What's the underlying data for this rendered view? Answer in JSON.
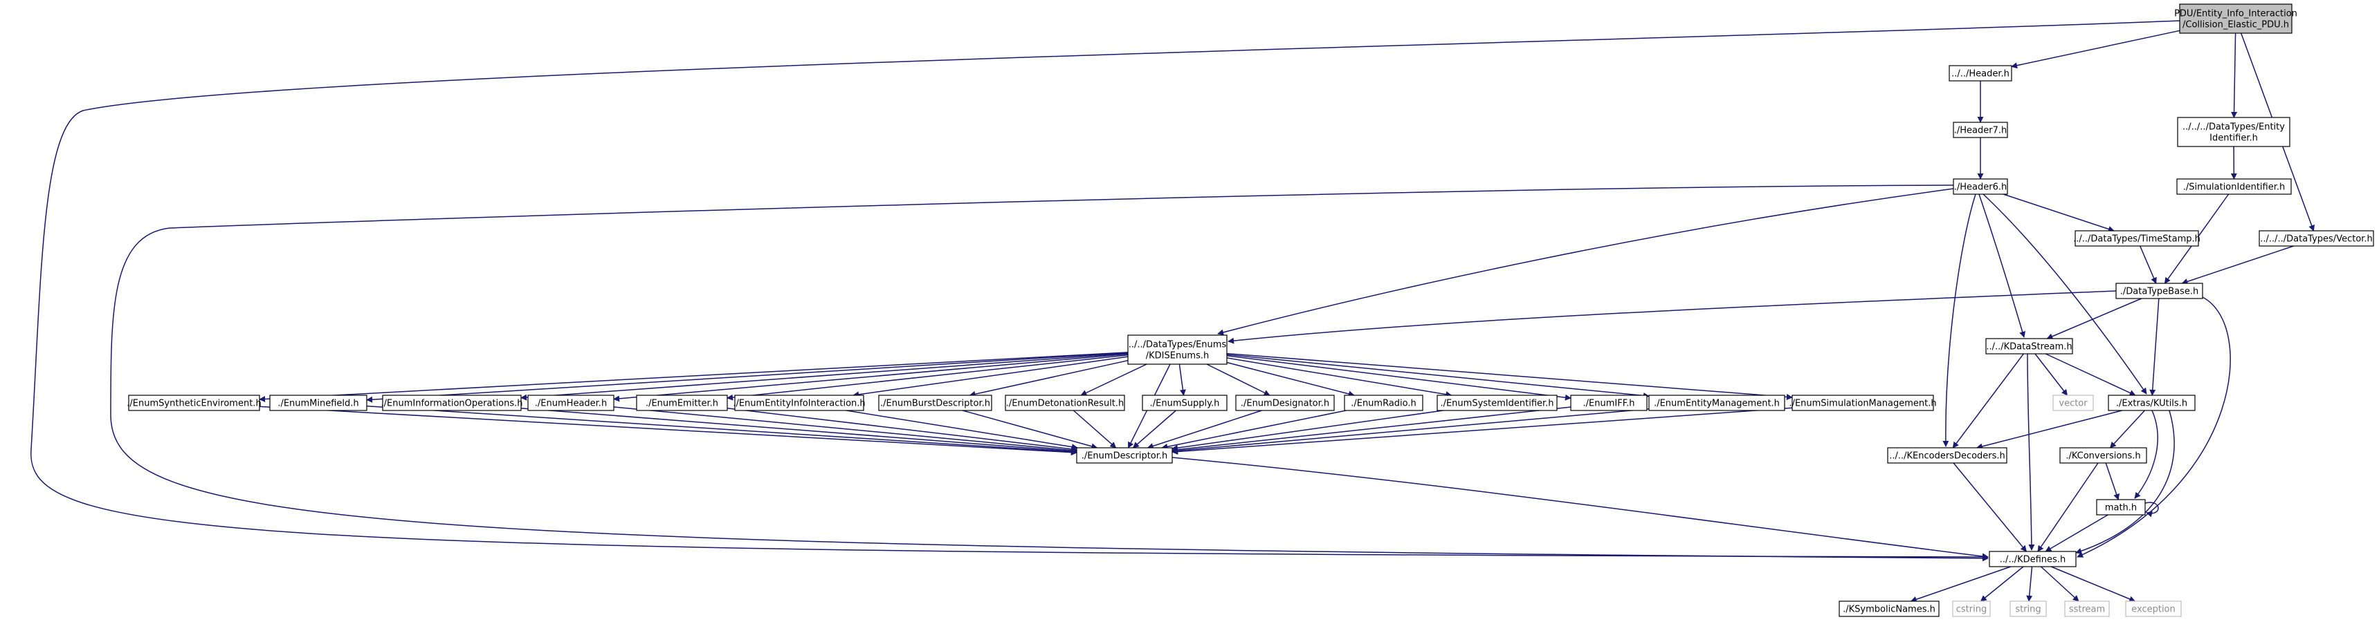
{
  "graph": {
    "root": "n_root",
    "nodes": [
      {
        "id": "n_root",
        "lines": [
          "PDU/Entity_Info_Interaction",
          "/Collision_Elastic_PDU.h"
        ],
        "kind": "root"
      },
      {
        "id": "n_header",
        "lines": [
          "../../Header.h"
        ],
        "kind": "normal"
      },
      {
        "id": "n_entityid",
        "lines": [
          "../../../DataTypes/Entity",
          "Identifier.h"
        ],
        "kind": "normal"
      },
      {
        "id": "n_vector",
        "lines": [
          "../../../DataTypes/Vector.h"
        ],
        "kind": "normal"
      },
      {
        "id": "n_header7",
        "lines": [
          "./Header7.h"
        ],
        "kind": "normal"
      },
      {
        "id": "n_simid",
        "lines": [
          "./SimulationIdentifier.h"
        ],
        "kind": "normal"
      },
      {
        "id": "n_header6",
        "lines": [
          "./Header6.h"
        ],
        "kind": "normal"
      },
      {
        "id": "n_timestamp",
        "lines": [
          "../../DataTypes/TimeStamp.h"
        ],
        "kind": "normal"
      },
      {
        "id": "n_dtbase",
        "lines": [
          "./DataTypeBase.h"
        ],
        "kind": "normal"
      },
      {
        "id": "n_kdisenums",
        "lines": [
          "../../DataTypes/Enums",
          "/KDISEnums.h"
        ],
        "kind": "normal"
      },
      {
        "id": "n_kdatastream",
        "lines": [
          "../../KDataStream.h"
        ],
        "kind": "normal"
      },
      {
        "id": "n_enum_synth",
        "lines": [
          "./EnumSyntheticEnviroment.h"
        ],
        "kind": "normal"
      },
      {
        "id": "n_enum_mine",
        "lines": [
          "./EnumMinefield.h"
        ],
        "kind": "normal"
      },
      {
        "id": "n_enum_info",
        "lines": [
          "./EnumInformationOperations.h"
        ],
        "kind": "normal"
      },
      {
        "id": "n_enum_header",
        "lines": [
          "./EnumHeader.h"
        ],
        "kind": "normal"
      },
      {
        "id": "n_enum_emitter",
        "lines": [
          "./EnumEmitter.h"
        ],
        "kind": "normal"
      },
      {
        "id": "n_enum_eii",
        "lines": [
          "./EnumEntityInfoInteraction.h"
        ],
        "kind": "normal"
      },
      {
        "id": "n_enum_burst",
        "lines": [
          "./EnumBurstDescriptor.h"
        ],
        "kind": "normal"
      },
      {
        "id": "n_enum_deto",
        "lines": [
          "./EnumDetonationResult.h"
        ],
        "kind": "normal"
      },
      {
        "id": "n_enum_supply",
        "lines": [
          "./EnumSupply.h"
        ],
        "kind": "normal"
      },
      {
        "id": "n_enum_desig",
        "lines": [
          "./EnumDesignator.h"
        ],
        "kind": "normal"
      },
      {
        "id": "n_enum_radio",
        "lines": [
          "./EnumRadio.h"
        ],
        "kind": "normal"
      },
      {
        "id": "n_enum_sysid",
        "lines": [
          "./EnumSystemIdentifier.h"
        ],
        "kind": "normal"
      },
      {
        "id": "n_enum_iff",
        "lines": [
          "./EnumIFF.h"
        ],
        "kind": "normal"
      },
      {
        "id": "n_enum_em",
        "lines": [
          "./EnumEntityManagement.h"
        ],
        "kind": "normal"
      },
      {
        "id": "n_enum_sm",
        "lines": [
          "./EnumSimulationManagement.h"
        ],
        "kind": "normal"
      },
      {
        "id": "n_vector_sys",
        "lines": [
          "vector"
        ],
        "kind": "system"
      },
      {
        "id": "n_kutils",
        "lines": [
          "./Extras/KUtils.h"
        ],
        "kind": "normal"
      },
      {
        "id": "n_enumdesc",
        "lines": [
          "./EnumDescriptor.h"
        ],
        "kind": "normal"
      },
      {
        "id": "n_kencdec",
        "lines": [
          "../../KEncodersDecoders.h"
        ],
        "kind": "normal"
      },
      {
        "id": "n_kconv",
        "lines": [
          "./KConversions.h"
        ],
        "kind": "normal"
      },
      {
        "id": "n_math",
        "lines": [
          "math.h"
        ],
        "kind": "normal"
      },
      {
        "id": "n_kdefines",
        "lines": [
          "../../KDefines.h"
        ],
        "kind": "normal"
      },
      {
        "id": "n_ksymb",
        "lines": [
          "./KSymbolicNames.h"
        ],
        "kind": "normal"
      },
      {
        "id": "n_cstring",
        "lines": [
          "cstring"
        ],
        "kind": "system"
      },
      {
        "id": "n_string",
        "lines": [
          "string"
        ],
        "kind": "system"
      },
      {
        "id": "n_sstream",
        "lines": [
          "sstream"
        ],
        "kind": "system"
      },
      {
        "id": "n_exception",
        "lines": [
          "exception"
        ],
        "kind": "system"
      }
    ],
    "edges": [
      [
        "n_root",
        "n_header"
      ],
      [
        "n_root",
        "n_entityid"
      ],
      [
        "n_root",
        "n_vector"
      ],
      [
        "n_root",
        "n_kdefines"
      ],
      [
        "n_header",
        "n_header7"
      ],
      [
        "n_header7",
        "n_header6"
      ],
      [
        "n_header6",
        "n_kdisenums"
      ],
      [
        "n_header6",
        "n_timestamp"
      ],
      [
        "n_header6",
        "n_kdatastream"
      ],
      [
        "n_header6",
        "n_kutils"
      ],
      [
        "n_header6",
        "n_kencdec"
      ],
      [
        "n_header6",
        "n_kdefines"
      ],
      [
        "n_entityid",
        "n_simid"
      ],
      [
        "n_simid",
        "n_dtbase"
      ],
      [
        "n_timestamp",
        "n_dtbase"
      ],
      [
        "n_vector",
        "n_dtbase"
      ],
      [
        "n_dtbase",
        "n_kdisenums"
      ],
      [
        "n_dtbase",
        "n_kdatastream"
      ],
      [
        "n_dtbase",
        "n_kutils"
      ],
      [
        "n_dtbase",
        "n_kdefines"
      ],
      [
        "n_kdisenums",
        "n_enum_synth"
      ],
      [
        "n_kdisenums",
        "n_enum_mine"
      ],
      [
        "n_kdisenums",
        "n_enum_info"
      ],
      [
        "n_kdisenums",
        "n_enum_header"
      ],
      [
        "n_kdisenums",
        "n_enum_emitter"
      ],
      [
        "n_kdisenums",
        "n_enum_eii"
      ],
      [
        "n_kdisenums",
        "n_enum_burst"
      ],
      [
        "n_kdisenums",
        "n_enum_deto"
      ],
      [
        "n_kdisenums",
        "n_enum_supply"
      ],
      [
        "n_kdisenums",
        "n_enum_desig"
      ],
      [
        "n_kdisenums",
        "n_enum_radio"
      ],
      [
        "n_kdisenums",
        "n_enum_sysid"
      ],
      [
        "n_kdisenums",
        "n_enum_iff"
      ],
      [
        "n_kdisenums",
        "n_enum_em"
      ],
      [
        "n_kdisenums",
        "n_enum_sm"
      ],
      [
        "n_kdisenums",
        "n_enumdesc"
      ],
      [
        "n_enum_synth",
        "n_enumdesc"
      ],
      [
        "n_enum_mine",
        "n_enumdesc"
      ],
      [
        "n_enum_info",
        "n_enumdesc"
      ],
      [
        "n_enum_header",
        "n_enumdesc"
      ],
      [
        "n_enum_emitter",
        "n_enumdesc"
      ],
      [
        "n_enum_eii",
        "n_enumdesc"
      ],
      [
        "n_enum_burst",
        "n_enumdesc"
      ],
      [
        "n_enum_deto",
        "n_enumdesc"
      ],
      [
        "n_enum_supply",
        "n_enumdesc"
      ],
      [
        "n_enum_desig",
        "n_enumdesc"
      ],
      [
        "n_enum_radio",
        "n_enumdesc"
      ],
      [
        "n_enum_sysid",
        "n_enumdesc"
      ],
      [
        "n_enum_iff",
        "n_enumdesc"
      ],
      [
        "n_enum_em",
        "n_enumdesc"
      ],
      [
        "n_enum_sm",
        "n_enumdesc"
      ],
      [
        "n_enumdesc",
        "n_kdefines"
      ],
      [
        "n_kdatastream",
        "n_vector_sys"
      ],
      [
        "n_kdatastream",
        "n_kutils"
      ],
      [
        "n_kdatastream",
        "n_kencdec"
      ],
      [
        "n_kdatastream",
        "n_kdefines"
      ],
      [
        "n_kutils",
        "n_kencdec"
      ],
      [
        "n_kutils",
        "n_kconv"
      ],
      [
        "n_kutils",
        "n_math"
      ],
      [
        "n_kutils",
        "n_kdefines"
      ],
      [
        "n_kencdec",
        "n_kdefines"
      ],
      [
        "n_kconv",
        "n_math"
      ],
      [
        "n_kconv",
        "n_kdefines"
      ],
      [
        "n_math",
        "n_math"
      ],
      [
        "n_math",
        "n_kdefines"
      ],
      [
        "n_kdefines",
        "n_ksymb"
      ],
      [
        "n_kdefines",
        "n_cstring"
      ],
      [
        "n_kdefines",
        "n_string"
      ],
      [
        "n_kdefines",
        "n_sstream"
      ],
      [
        "n_kdefines",
        "n_exception"
      ]
    ]
  }
}
